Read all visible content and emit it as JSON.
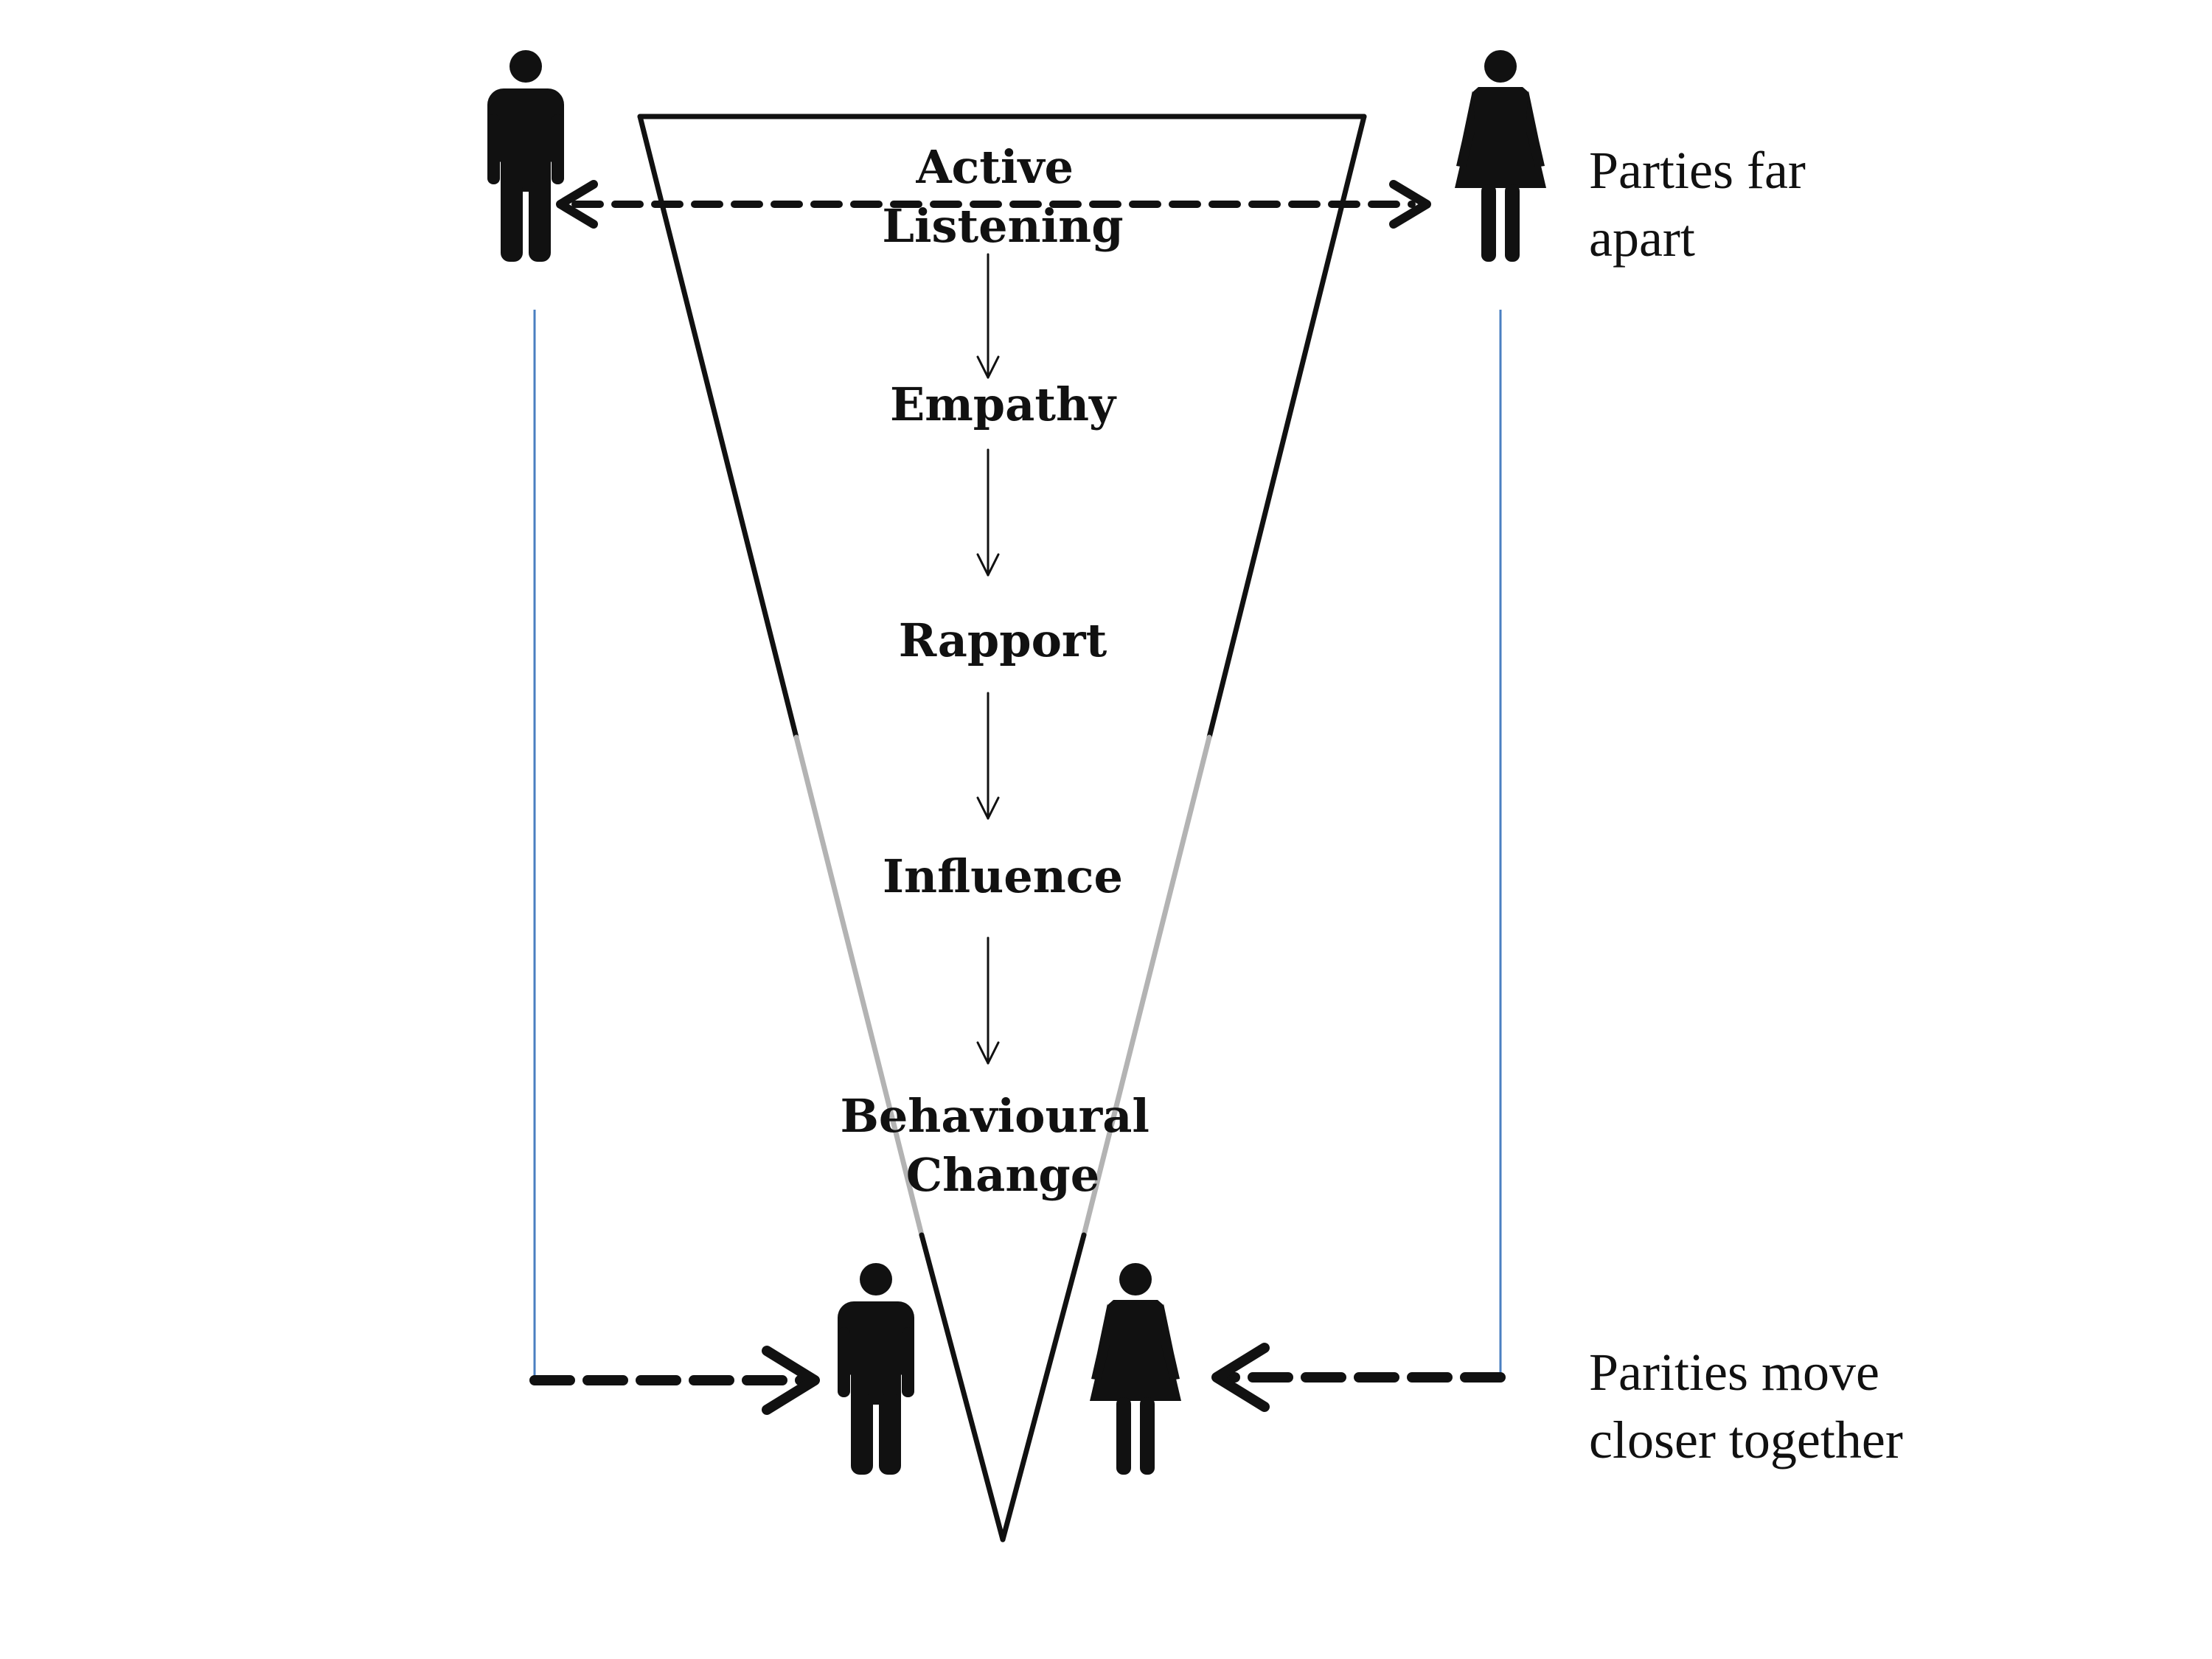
{
  "stages": [
    {
      "lines": [
        "Active",
        "Listening"
      ]
    },
    {
      "lines": [
        "Empathy"
      ]
    },
    {
      "lines": [
        "Rapport"
      ]
    },
    {
      "lines": [
        "Influence"
      ]
    },
    {
      "lines": [
        "Behavioural",
        "Change"
      ]
    }
  ],
  "labels": {
    "top": [
      "Parties far",
      "apart"
    ],
    "bottom": [
      "Parities move",
      "closer together"
    ]
  },
  "figures": {
    "top": [
      "man-icon",
      "woman-icon"
    ],
    "bottom": [
      "man-icon",
      "woman-icon"
    ]
  },
  "colors": {
    "ink": "#111111",
    "funnel_faded": "#b3b3b3",
    "connector": "#4a7fc1"
  }
}
